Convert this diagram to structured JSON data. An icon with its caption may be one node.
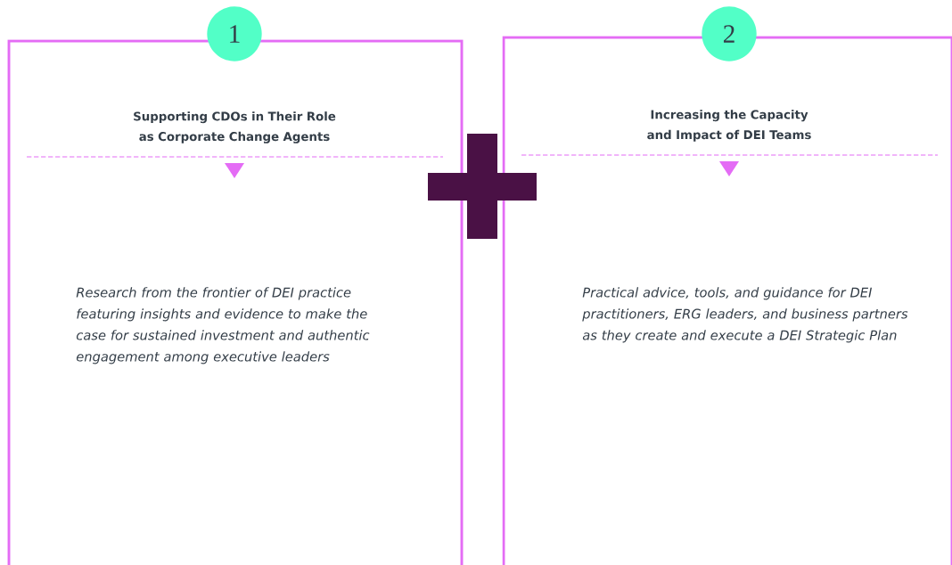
{
  "diagram": {
    "nodes": [
      {
        "text": [
          "1"
        ]
      },
      {
        "text": [
          "Supporting CDOs in Their Role as Corporate Change Agents",
          "Research from the frontier of DEI practice featuring insights and evidence to make the case for sustained investment and authentic engagement among executive leaders"
        ]
      },
      {
        "text": [
          "2"
        ]
      },
      {
        "text": [
          "Increasing the Capacity and Impact of DEI Teams",
          "Practical advice, tools, and guidance for DEI practitioners, ERG leaders, and business partners as they create and execute a DEI Strategic Plan"
        ]
      },
      {
        "text": [],
        "shape": "plus"
      }
    ]
  }
}
